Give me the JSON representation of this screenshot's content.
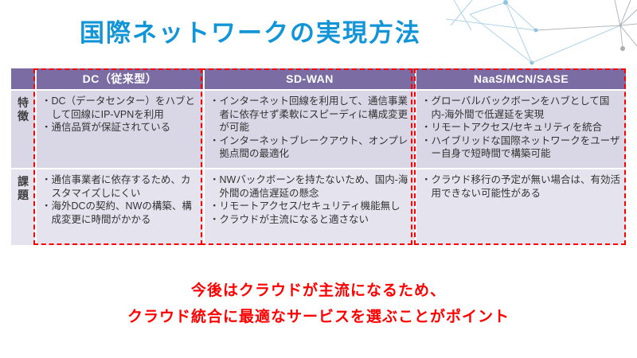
{
  "page": {
    "title": "国際ネットワークの実現方法"
  },
  "colors": {
    "title_blue": "#1295d6",
    "header_purple": "#7b6da3",
    "feature_row_bg": "#d9d6e5",
    "issue_row_bg": "#e5e3ee",
    "highlight_red": "#ff0000",
    "deco_blue": "#aed3ea",
    "deco_gray": "#b3b7bd"
  },
  "table": {
    "columns": [
      "DC（従来型）",
      "SD-WAN",
      "NaaS/MCN/SASE"
    ],
    "rows": [
      {
        "label": "特徴",
        "cells": [
          {
            "bullets": [
              "・DC（データセンター）をハブとして回線にIP-VPNを利用",
              "・通信品質が保証されている"
            ]
          },
          {
            "bullets": [
              "・インターネット回線を利用して、通信事業者に依存せず柔軟にスピーディに構成変更が可能",
              "・インターネットブレークアウト、オンプレ拠点間の最適化"
            ]
          },
          {
            "bullets": [
              "・グローバルバックボーンをハブとして国内-海外間で低遅延を実現",
              "・リモートアクセス/セキュリティを統合",
              "・ハイブリッドな国際ネットワークをユーザー自身で短時間で構築可能"
            ]
          }
        ]
      },
      {
        "label": "課題",
        "cells": [
          {
            "bullets": [
              "・通信事業者に依存するため、カスタマイズしにくい",
              "・海外DCの契約、NWの構築、構成変更に時間がかかる"
            ]
          },
          {
            "bullets": [
              "・NWバックボーンを持たないため、国内-海外間の通信遅延の懸念",
              "・リモートアクセス/セキュリティ機能無し",
              "・クラウドが主流になると適さない"
            ]
          },
          {
            "bullets": [
              "・クラウド移行の予定が無い場合は、有効活用できない可能性がある"
            ]
          }
        ]
      }
    ]
  },
  "footer": {
    "line1": "今後はクラウドが主流になるため、",
    "line2": "クラウド統合に最適なサービスを選ぶことがポイント"
  }
}
